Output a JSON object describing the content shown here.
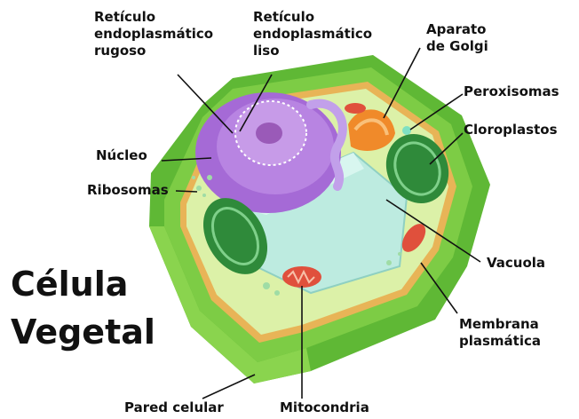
{
  "title": {
    "line1": "Célula",
    "line2": "Vegetal"
  },
  "labels": {
    "rer": {
      "line1": "Retículo",
      "line2": "endoplasmático",
      "line3": "rugoso"
    },
    "rel": {
      "line1": "Retículo",
      "line2": "endoplasmático",
      "line3": "liso"
    },
    "golgi": {
      "line1": "Aparato",
      "line2": "de Golgi"
    },
    "peroxisomas": "Peroxisomas",
    "cloroplastos": "Cloroplastos",
    "nucleo": "Núcleo",
    "ribosomas": "Ribosomas",
    "vacuola": "Vacuola",
    "membrana": {
      "line1": "Membrana",
      "line2": "plasmática"
    },
    "pared": "Pared celular",
    "mitocondria": "Mitocondria"
  },
  "colors": {
    "cell_wall": "#6cc43a",
    "cytoplasm": "#d9f0a3",
    "membrane": "#e0a040",
    "nucleus": "#a56ad6",
    "vacuole": "#bdebe0",
    "chloroplast": "#2f8a3a",
    "mitochondria": "#e0503c",
    "golgi": "#f08a2a"
  }
}
